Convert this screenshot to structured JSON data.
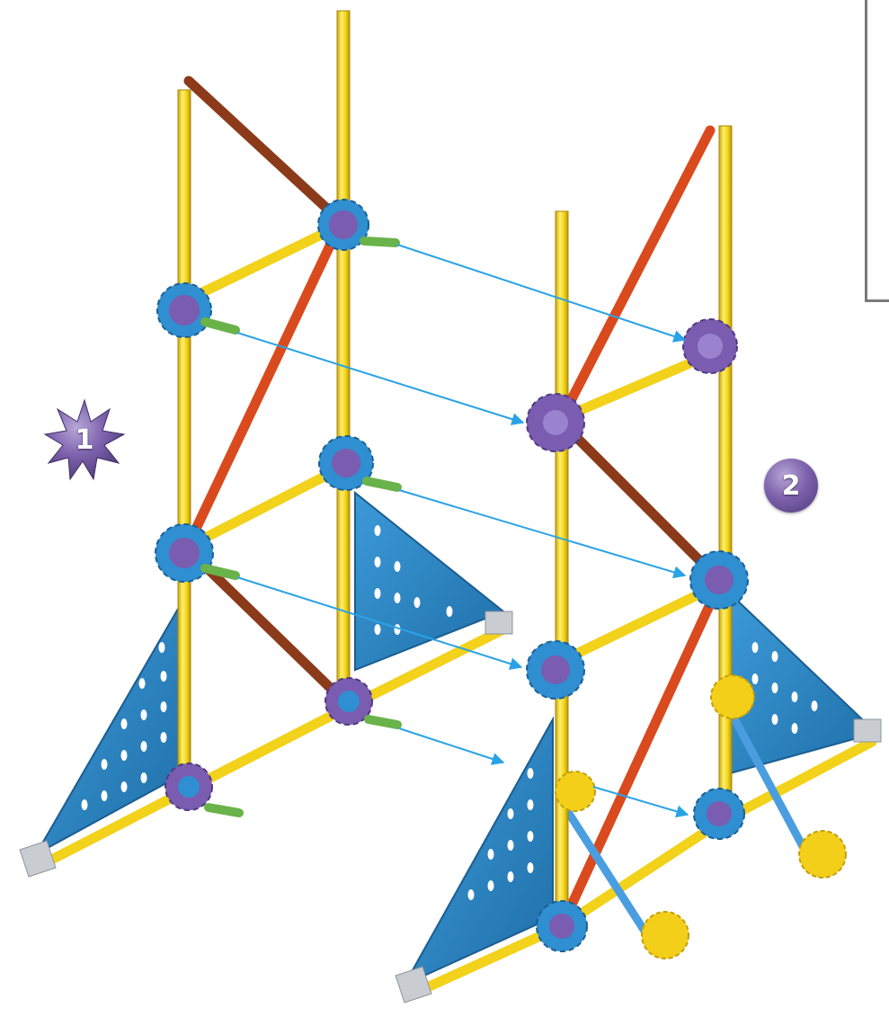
{
  "figure": {
    "steps": [
      {
        "number": "1",
        "badge_shape": "starburst"
      },
      {
        "number": "2",
        "badge_shape": "circle"
      }
    ],
    "colors": {
      "rod_yellow": "#f2d21a",
      "rod_red": "#d94a1e",
      "rod_brown": "#8b3a1a",
      "connector_purple": "#7a5cb0",
      "connector_blue": "#2f8fd0",
      "connector_yellow": "#f4cf1a",
      "panel_blue": "#2e86c8",
      "arrow_blue": "#2aa3e6",
      "peg_green": "#6ab24a",
      "foot_grey": "#c9cdd2"
    }
  }
}
